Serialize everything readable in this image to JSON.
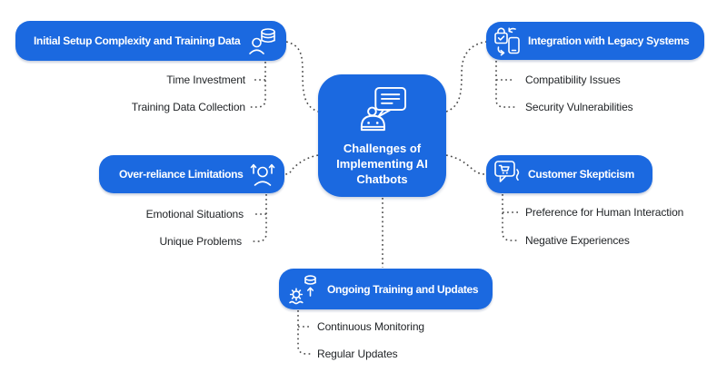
{
  "diagram": {
    "colors": {
      "node_fill": "#1b69e0",
      "node_text": "#ffffff",
      "child_text": "#222528",
      "connector": "#474747",
      "background": "#ffffff"
    },
    "center": {
      "icon": "chatbot-icon",
      "title": "Challenges of Implementing AI Chatbots",
      "title_lines": [
        "Challenges of",
        "Implementing AI",
        "Chatbots"
      ]
    },
    "branches": [
      {
        "id": "initial-setup",
        "label": "Initial Setup Complexity and Training Data",
        "icon": "user-database-icon",
        "children": [
          "Time Investment",
          "Training Data Collection"
        ]
      },
      {
        "id": "legacy-integration",
        "label": "Integration with Legacy Systems",
        "icon": "lock-sync-device-icon",
        "children": [
          "Compatibility Issues",
          "Security Vulnerabilities"
        ]
      },
      {
        "id": "over-reliance",
        "label": "Over-reliance Limitations",
        "icon": "user-up-arrows-icon",
        "children": [
          "Emotional Situations",
          "Unique Problems"
        ]
      },
      {
        "id": "customer-skepticism",
        "label": "Customer Skepticism",
        "icon": "customer-feedback-bubble-icon",
        "children": [
          "Preference for Human Interaction",
          "Negative Experiences"
        ]
      },
      {
        "id": "ongoing-training",
        "label": "Ongoing Training and Updates",
        "icon": "gear-cloud-update-icon",
        "children": [
          "Continuous Monitoring",
          "Regular Updates"
        ]
      }
    ]
  }
}
